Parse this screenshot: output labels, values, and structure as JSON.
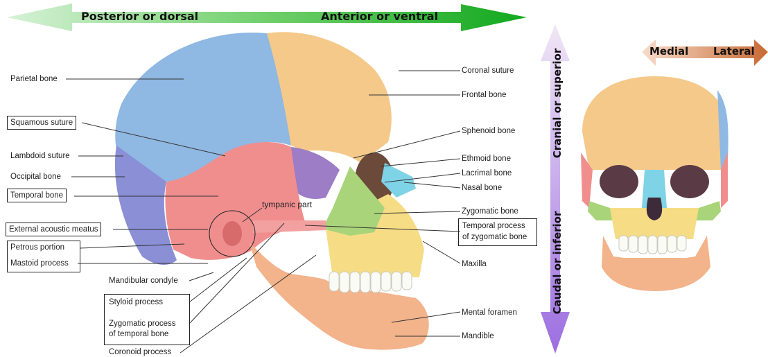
{
  "axes": {
    "posterior": "Posterior or dorsal",
    "anterior": "Anterior or ventral",
    "cranial": "Cranial or superior",
    "caudal": "Caudal or inferior",
    "medial": "Medial",
    "lateral": "Lateral"
  },
  "labels_left": {
    "parietal": "Parietal bone",
    "squamous": "Squamous suture",
    "lambdoid": "Lambdoid suture",
    "occipital": "Occipital bone",
    "temporal": "Temporal bone",
    "external_meatus": "External acoustic meatus",
    "petrous": "Petrous portion",
    "mastoid": "Mastoid process",
    "mandibular_condyle": "Mandibular condyle",
    "styloid": "Styloid process",
    "zygomatic_process_1": "Zygomatic process",
    "zygomatic_process_2": "of temporal bone",
    "coronoid": "Coronoid process"
  },
  "labels_right": {
    "coronal": "Coronal suture",
    "frontal": "Frontal bone",
    "sphenoid": "Sphenoid bone",
    "ethmoid": "Ethmoid bone",
    "lacrimal": "Lacrimal bone",
    "nasal": "Nasal bone",
    "zygomatic": "Zygomatic bone",
    "temporal_process_1": "Temporal process",
    "temporal_process_2": "of zygomatic bone",
    "maxilla": "Maxilla",
    "mental_foramen": "Mental foramen",
    "mandible": "Mandible"
  },
  "annotation": {
    "tympanic": "tympanic part"
  },
  "colors": {
    "parietal": "#8fb8e3",
    "frontal": "#f5c98a",
    "temporal": "#f08e8e",
    "occipital": "#8a8fd6",
    "sphenoid": "#9c7dc6",
    "zygomatic": "#a9d47a",
    "maxilla": "#f6dd85",
    "mandible": "#f3b38b",
    "nasal": "#7fd3e6",
    "green_arrow": "#2db838",
    "purple_arrow": "#a07ad6",
    "orange_arrow": "#cf7a45"
  }
}
